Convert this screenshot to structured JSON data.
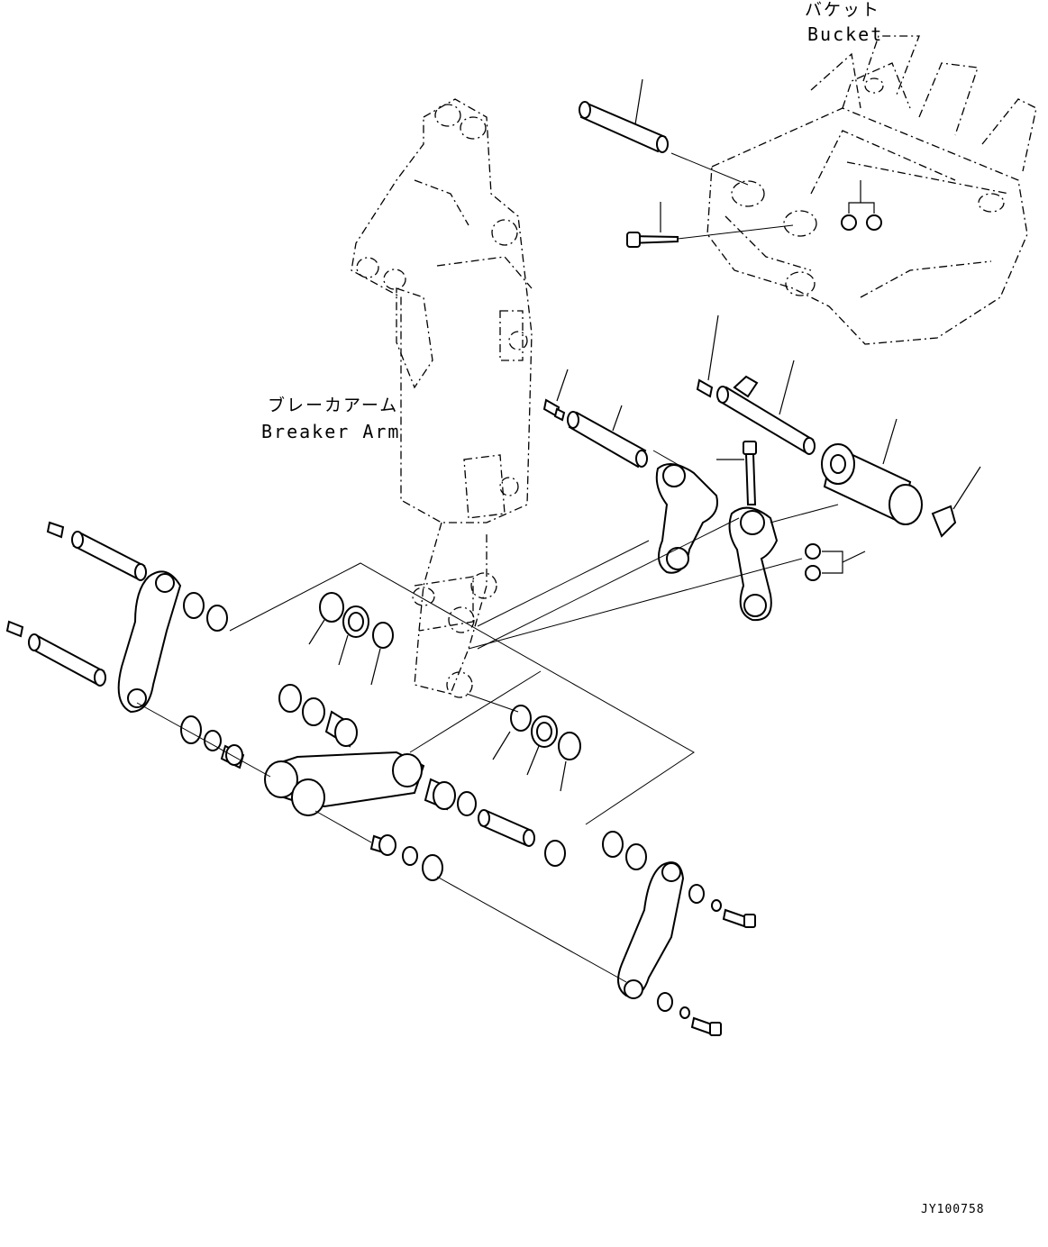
{
  "labels": {
    "bucket_jp": "バケット",
    "bucket_en": "Bucket",
    "breaker_arm_jp": "ブレーカアーム",
    "breaker_arm_en": "Breaker Arm",
    "drawing_id": "JY100758"
  }
}
